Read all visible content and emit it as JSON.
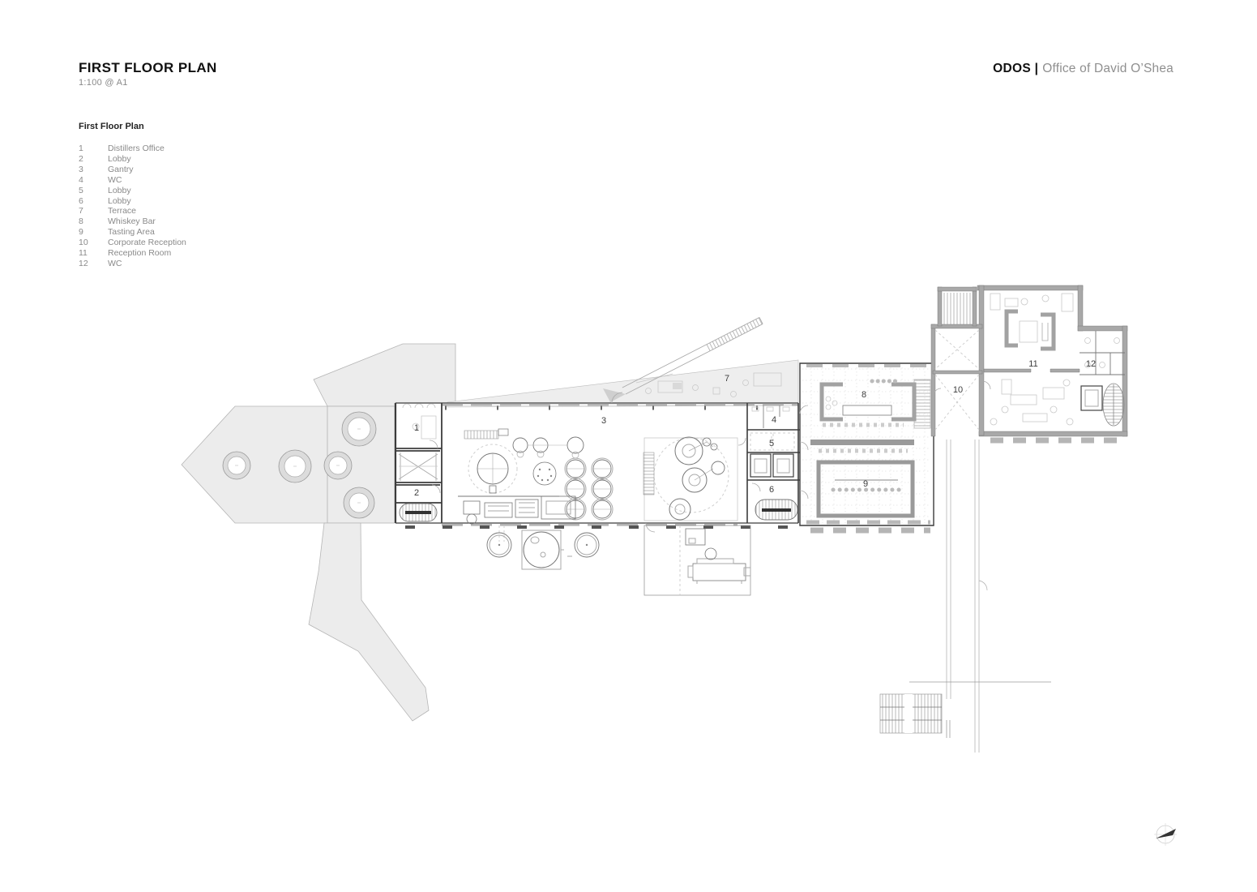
{
  "header": {
    "title": "FIRST FLOOR PLAN",
    "scale": "1:100 @ A1",
    "brand_bold": "ODOS |",
    "brand_name": "Office of David O’Shea"
  },
  "legend": {
    "heading": "First Floor Plan",
    "items": [
      {
        "num": "1",
        "label": "Distillers Office"
      },
      {
        "num": "2",
        "label": "Lobby"
      },
      {
        "num": "3",
        "label": "Gantry"
      },
      {
        "num": "4",
        "label": "WC"
      },
      {
        "num": "5",
        "label": "Lobby"
      },
      {
        "num": "6",
        "label": "Lobby"
      },
      {
        "num": "7",
        "label": "Terrace"
      },
      {
        "num": "8",
        "label": "Whiskey Bar"
      },
      {
        "num": "9",
        "label": "Tasting Area"
      },
      {
        "num": "10",
        "label": "Corporate Reception"
      },
      {
        "num": "11",
        "label": "Reception Room"
      },
      {
        "num": "12",
        "label": "WC"
      }
    ]
  },
  "plan": {
    "compass": "north-arrow",
    "colors": {
      "landscape_fill": "#ececec",
      "wall_dark": "#3c3c3c",
      "wall_poche": "#a8a8a8",
      "line_light": "#c9c9c9",
      "text_muted": "#8a8a8a"
    }
  }
}
